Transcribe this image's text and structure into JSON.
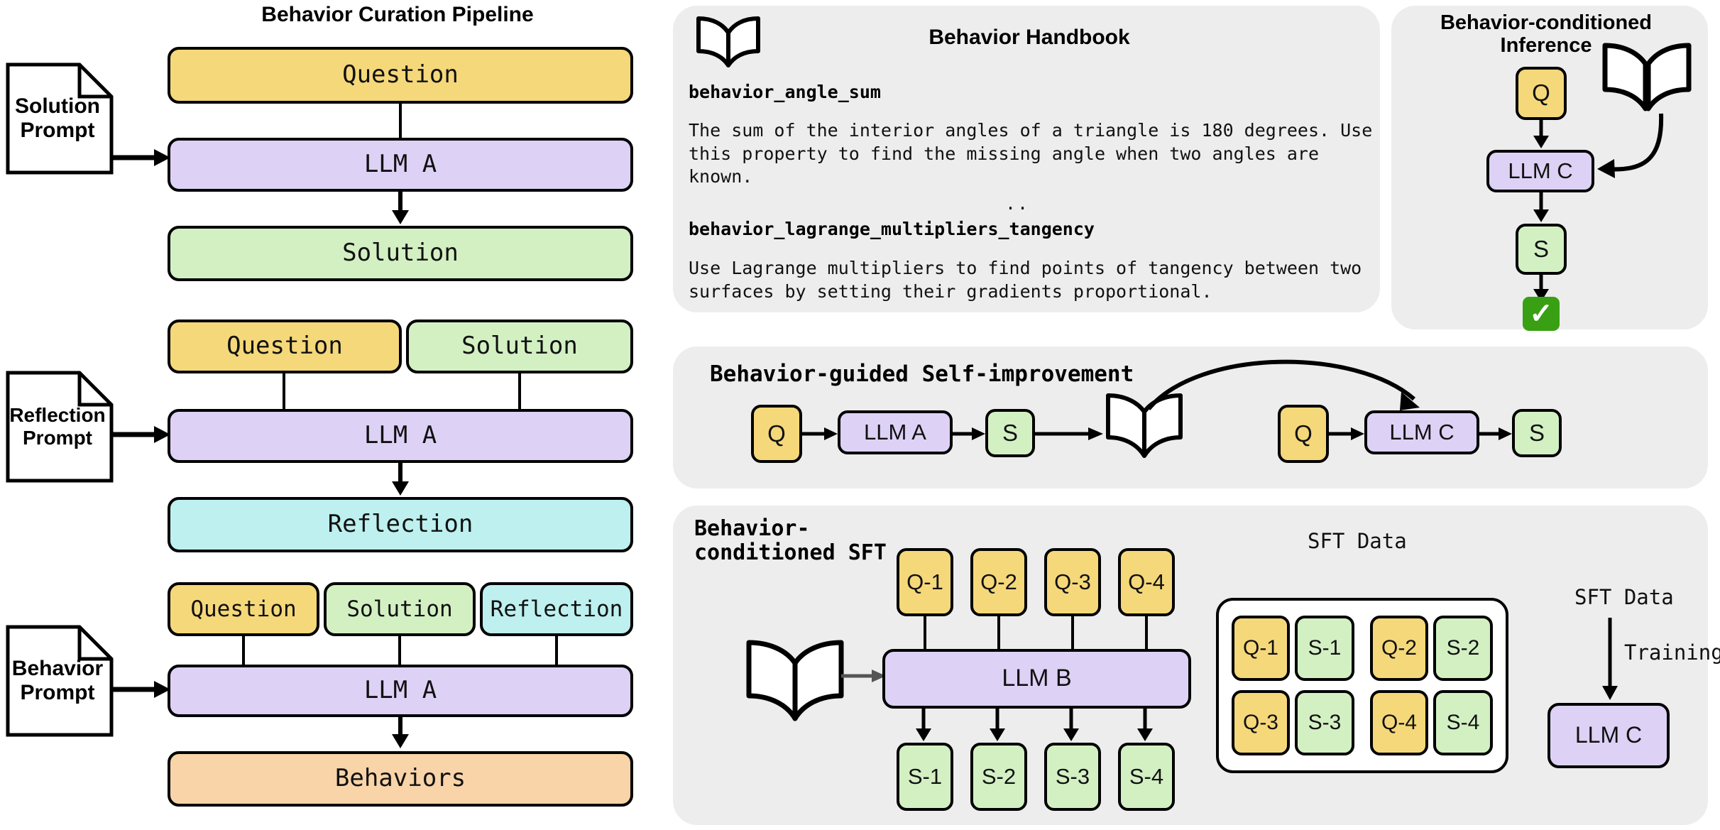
{
  "pipeline": {
    "title": "Behavior Curation Pipeline",
    "rows": [
      {
        "prompt": "Solution\nPrompt",
        "prompt_line1": "Solution",
        "prompt_line2": "Prompt",
        "inputs": [
          "Question"
        ],
        "model": "LLM A",
        "output": "Solution"
      },
      {
        "prompt_line1": "Reflection",
        "prompt_line2": "Prompt",
        "inputs": [
          "Question",
          "Solution"
        ],
        "model": "LLM A",
        "output": "Reflection"
      },
      {
        "prompt_line1": "Behavior",
        "prompt_line2": "Prompt",
        "inputs": [
          "Question",
          "Solution",
          "Reflection"
        ],
        "model": "LLM A",
        "output": "Behaviors"
      }
    ]
  },
  "handbook": {
    "title": "Behavior Handbook",
    "icon": "open-book-icon",
    "entries": [
      {
        "key": "behavior_angle_sum",
        "text": "The sum of the interior angles of a triangle is 180 degrees. Use\nthis property to find the missing angle when two angles are\nknown."
      },
      {
        "key": "behavior_lagrange_multipliers_tangency",
        "text": "Use Lagrange multipliers to find points of tangency between two\nsurfaces by setting their gradients proportional."
      }
    ],
    "separator": ".."
  },
  "inference": {
    "title_line1": "Behavior-conditioned",
    "title_line2": "Inference",
    "question": "Q",
    "model": "LLM C",
    "solution": "S",
    "result_icon": "check-mark-icon",
    "book_icon": "open-book-icon"
  },
  "self_improvement": {
    "title": "Behavior-guided Self-improvement",
    "left": {
      "question": "Q",
      "model": "LLM A",
      "solution": "S"
    },
    "book_icon": "open-book-icon",
    "right": {
      "question": "Q",
      "model": "LLM C",
      "solution": "S"
    }
  },
  "sft": {
    "title_line1": "Behavior-",
    "title_line2": "conditioned SFT",
    "book_icon": "open-book-icon",
    "model": "LLM B",
    "questions": [
      "Q-1",
      "Q-2",
      "Q-3",
      "Q-4"
    ],
    "solutions": [
      "S-1",
      "S-2",
      "S-3",
      "S-4"
    ],
    "data_title": "SFT Data",
    "data_pairs_row1": [
      "Q-1",
      "S-1",
      "Q-2",
      "S-2"
    ],
    "data_pairs_row2": [
      "Q-3",
      "S-3",
      "Q-4",
      "S-4"
    ],
    "train_source": "SFT Data",
    "train_label": "Training",
    "train_target": "LLM C"
  },
  "colors": {
    "question": "#f5d87a",
    "solution": "#d3f0c3",
    "reflection": "#bdf0ef",
    "behavior": "#f8d4a8",
    "llm": "#ddd2f5",
    "panel": "#ededed",
    "check": "#3aa013",
    "stroke": "#000000"
  }
}
